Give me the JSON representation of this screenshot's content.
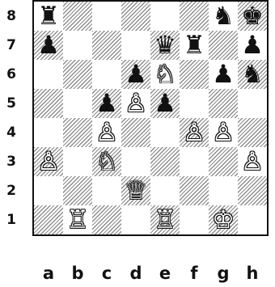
{
  "board": {
    "ranks": [
      "8",
      "7",
      "6",
      "5",
      "4",
      "3",
      "2",
      "1"
    ],
    "files": [
      "a",
      "b",
      "c",
      "d",
      "e",
      "f",
      "g",
      "h"
    ],
    "pieces": [
      {
        "square": "a8",
        "color": "black",
        "type": "rook"
      },
      {
        "square": "g8",
        "color": "black",
        "type": "knight"
      },
      {
        "square": "h8",
        "color": "black",
        "type": "king"
      },
      {
        "square": "a7",
        "color": "black",
        "type": "pawn"
      },
      {
        "square": "e7",
        "color": "black",
        "type": "queen"
      },
      {
        "square": "f7",
        "color": "black",
        "type": "rook"
      },
      {
        "square": "h7",
        "color": "black",
        "type": "pawn"
      },
      {
        "square": "d6",
        "color": "black",
        "type": "pawn"
      },
      {
        "square": "e6",
        "color": "white",
        "type": "knight"
      },
      {
        "square": "g6",
        "color": "black",
        "type": "pawn"
      },
      {
        "square": "h6",
        "color": "black",
        "type": "knight"
      },
      {
        "square": "c5",
        "color": "black",
        "type": "pawn"
      },
      {
        "square": "d5",
        "color": "white",
        "type": "pawn"
      },
      {
        "square": "e5",
        "color": "black",
        "type": "pawn"
      },
      {
        "square": "c4",
        "color": "white",
        "type": "pawn"
      },
      {
        "square": "f4",
        "color": "white",
        "type": "pawn"
      },
      {
        "square": "g4",
        "color": "white",
        "type": "pawn"
      },
      {
        "square": "a3",
        "color": "white",
        "type": "pawn"
      },
      {
        "square": "c3",
        "color": "white",
        "type": "knight"
      },
      {
        "square": "h3",
        "color": "white",
        "type": "pawn"
      },
      {
        "square": "d2",
        "color": "white",
        "type": "queen"
      },
      {
        "square": "b1",
        "color": "white",
        "type": "rook"
      },
      {
        "square": "e1",
        "color": "white",
        "type": "rook"
      },
      {
        "square": "g1",
        "color": "white",
        "type": "king"
      }
    ],
    "colors": {
      "light_square": "#ffffff",
      "dark_square_hatch": "#b0b0b0",
      "border": "#111111"
    }
  }
}
